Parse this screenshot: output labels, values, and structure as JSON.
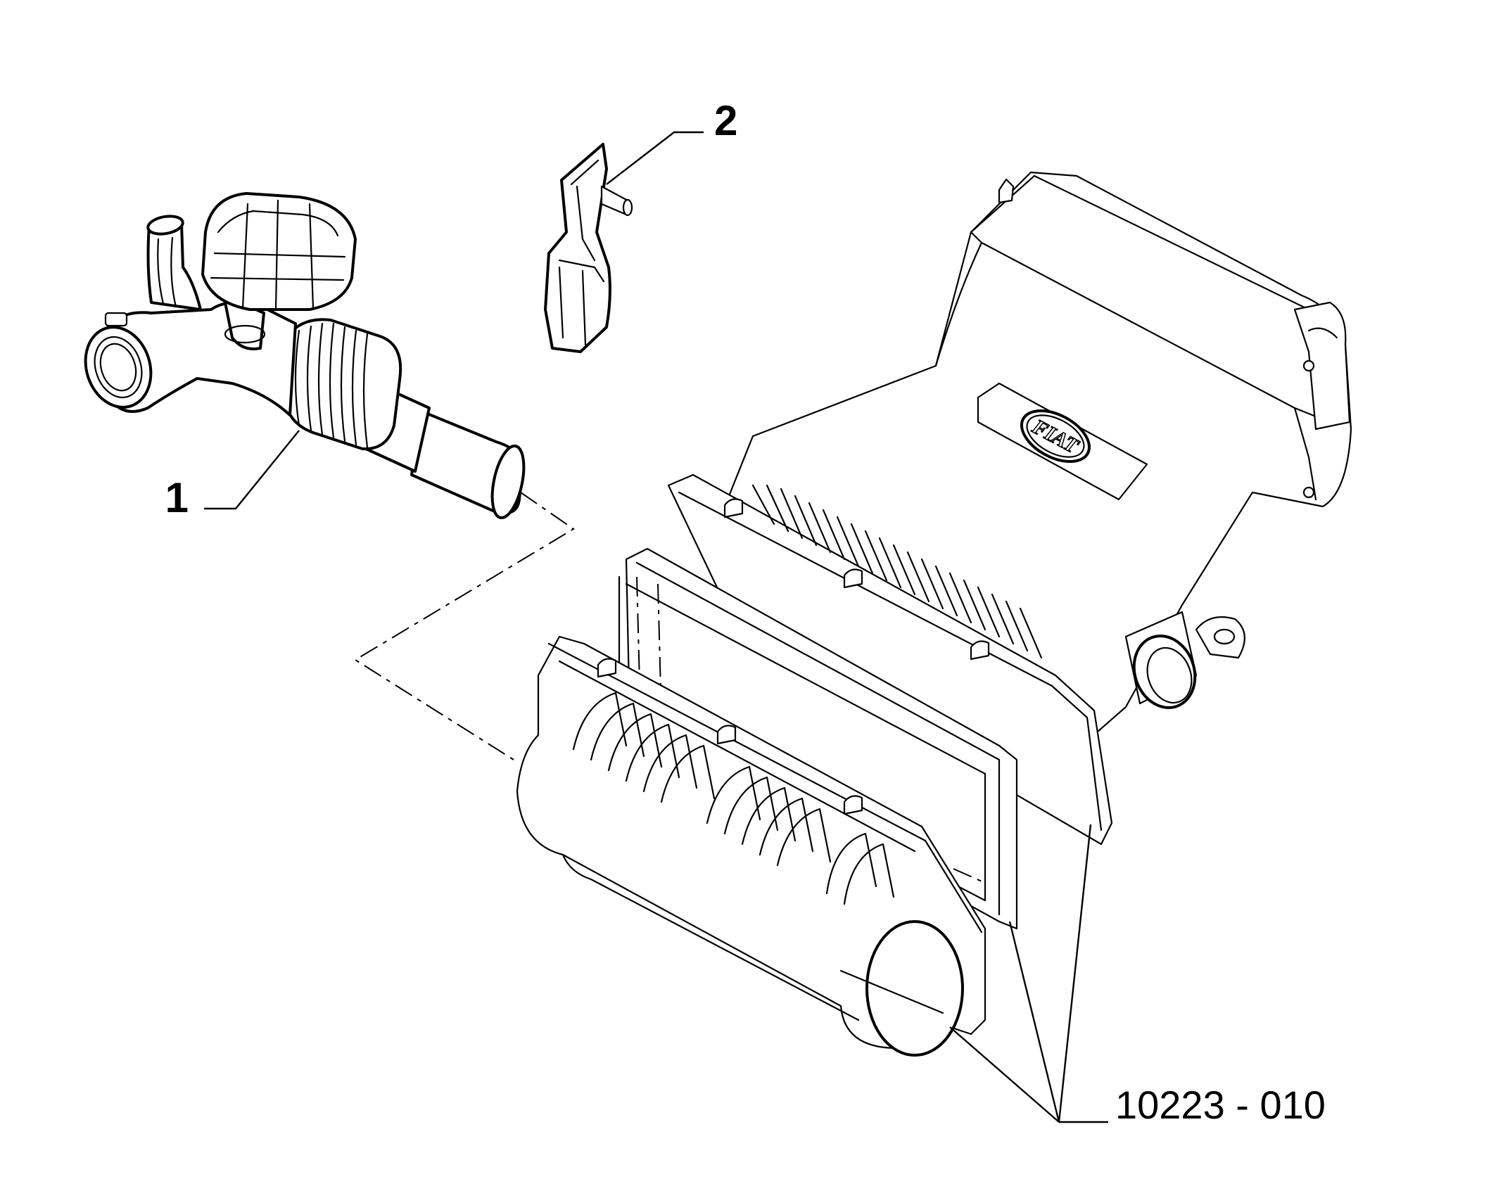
{
  "callouts": [
    {
      "id": "1",
      "label": "1"
    },
    {
      "id": "2",
      "label": "2"
    }
  ],
  "reference_code": "10223 - 010",
  "logo_text": "FIAT"
}
